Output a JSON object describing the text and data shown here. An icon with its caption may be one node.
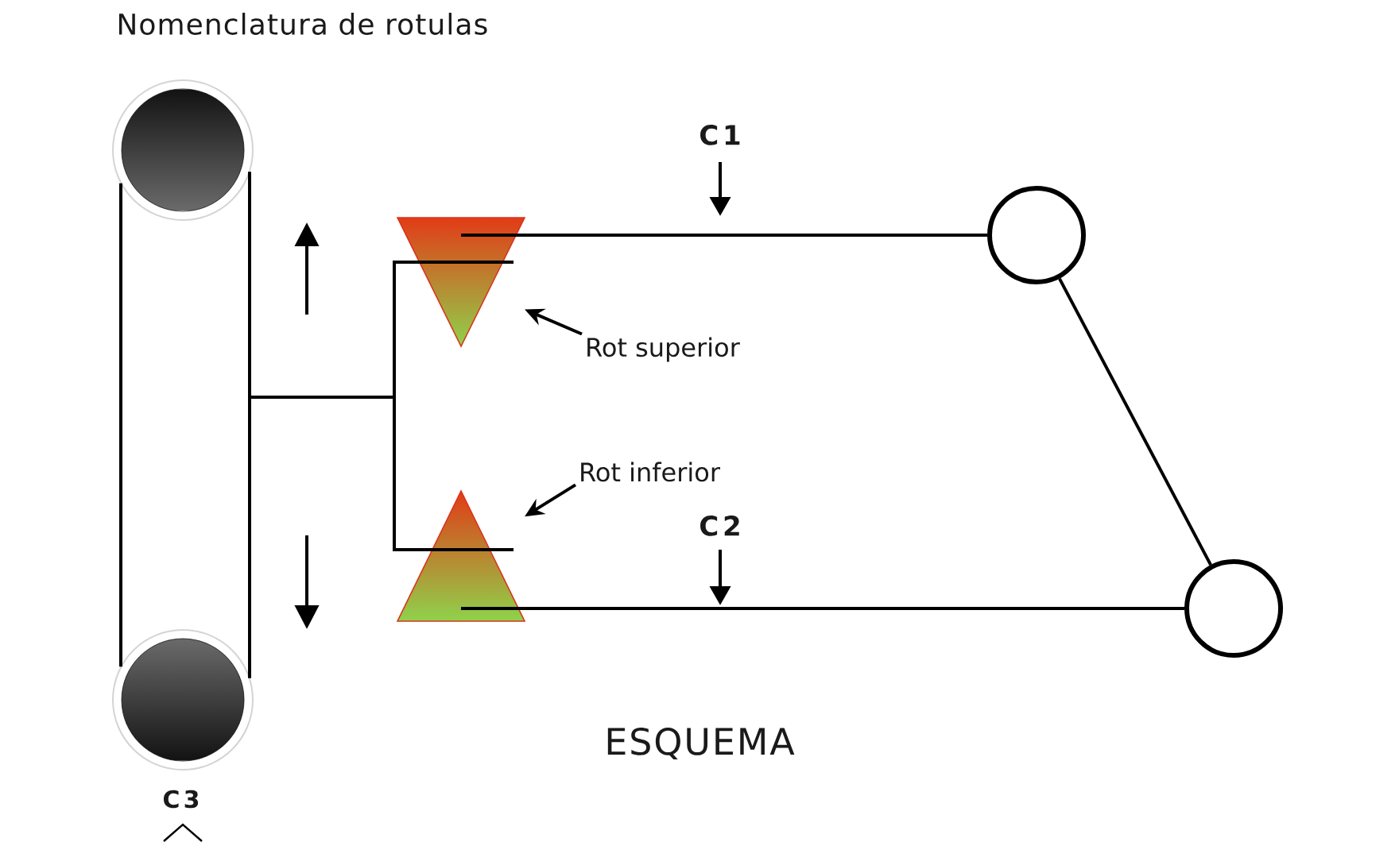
{
  "diagram": {
    "title": "Nomenclatura de rotulas",
    "caption": "ESQUEMA",
    "nodes": [
      {
        "text": [],
        "shape": "bar",
        "beside": [
          "C3"
        ]
      },
      {
        "text": [],
        "shape": "triangle"
      },
      {
        "text": [],
        "shape": "triangle"
      },
      {
        "text": [],
        "shape": "circle"
      },
      {
        "text": [],
        "shape": "circle"
      },
      {
        "text": [
          "Rot superior"
        ]
      },
      {
        "text": [
          "Rot inferior"
        ]
      }
    ],
    "edges": [
      {
        "from": 0,
        "to": 1,
        "arrow": "none"
      },
      {
        "from": 0,
        "to": 2,
        "arrow": "none"
      },
      {
        "from": 1,
        "to": 3,
        "arrow": "none"
      },
      {
        "from": 2,
        "to": 4,
        "arrow": "none"
      },
      {
        "from": 3,
        "to": 4,
        "arrow": "none"
      },
      {
        "from": 5,
        "to": 1,
        "arrow": "to"
      },
      {
        "from": 6,
        "to": 2,
        "arrow": "to"
      }
    ],
    "labels": [
      "C1",
      "C2"
    ]
  }
}
